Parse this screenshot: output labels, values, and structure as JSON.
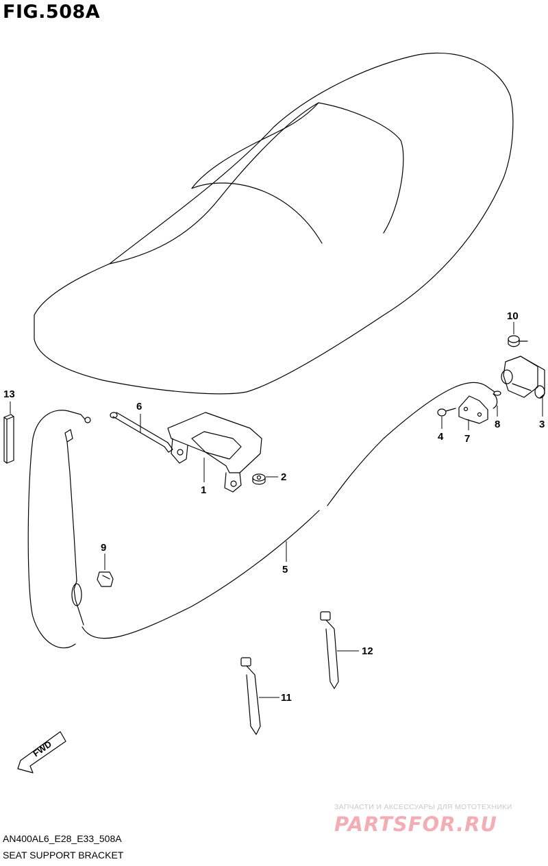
{
  "figure": {
    "title": "FIG.508A",
    "code": "AN400AL6_E28_E33_508A",
    "name": "SEAT SUPPORT BRACKET"
  },
  "callouts": {
    "c1": "1",
    "c2": "2",
    "c3": "3",
    "c4": "4",
    "c5": "5",
    "c6": "6",
    "c7": "7",
    "c8": "8",
    "c9": "9",
    "c10": "10",
    "c11": "11",
    "c12": "12",
    "c13": "13"
  },
  "direction_marker": {
    "label": "FWD"
  },
  "watermark": {
    "tagline": "ЗАПЧАСТИ И АКСЕССУАРЫ ДЛЯ МОТОТЕХНИКИ",
    "logo": "PARTSFOR.RU"
  }
}
